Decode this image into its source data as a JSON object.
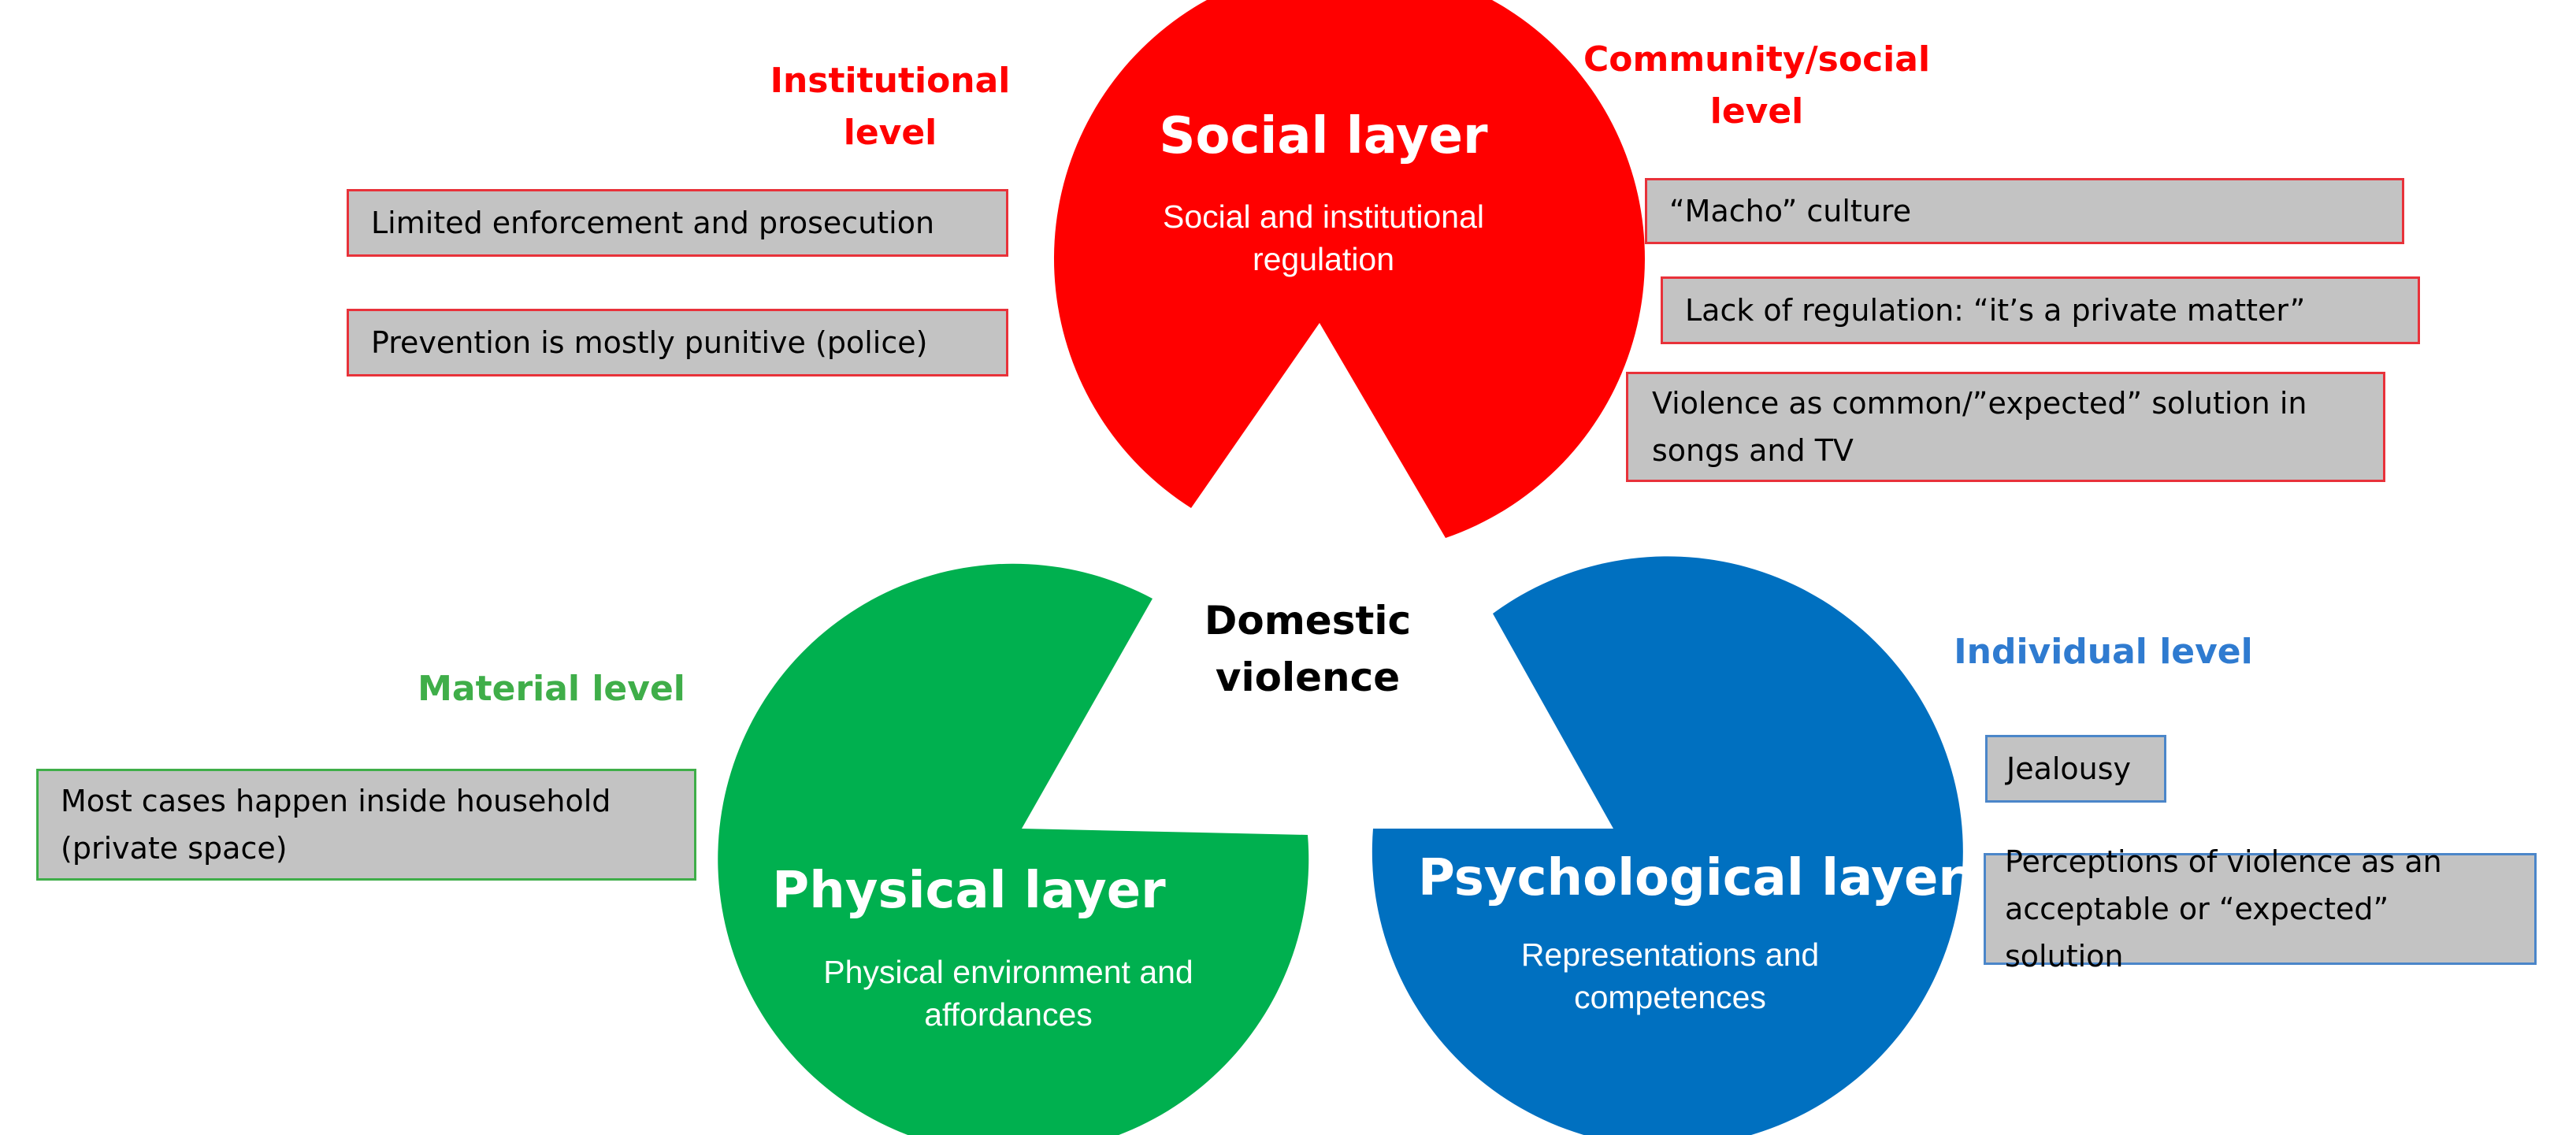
{
  "colors": {
    "social": "#ff0000",
    "physical": "#00b04f",
    "psychological": "#0070c0",
    "box_fill": "#c3c3c3",
    "social_label": "#ff0000",
    "material_label": "#3fae49",
    "individual_label": "#2f7bd0"
  },
  "center": {
    "label_line1": "Domestic",
    "label_line2": "violence"
  },
  "social": {
    "title": "Social layer",
    "subtitle_line1": "Social and institutional",
    "subtitle_line2": "regulation",
    "institutional": {
      "label_line1": "Institutional",
      "label_line2": "level",
      "items": [
        "Limited enforcement and prosecution",
        "Prevention is mostly punitive (police)"
      ]
    },
    "community": {
      "label_line1": "Community/social",
      "label_line2": "level",
      "items": [
        "“Macho” culture",
        "Lack of regulation: “it’s a private matter”",
        "Violence as common/”expected” solution in",
        "songs and TV"
      ]
    }
  },
  "physical": {
    "title": "Physical layer",
    "subtitle_line1": "Physical environment and",
    "subtitle_line2": "affordances",
    "material": {
      "label": "Material level",
      "item_line1": "Most cases happen inside household",
      "item_line2": "(private space)"
    }
  },
  "psychological": {
    "title": "Psychological layer",
    "subtitle_line1": "Representations and",
    "subtitle_line2": "competences",
    "individual": {
      "label": "Individual level",
      "item1": "Jealousy",
      "item2_line1": "Perceptions of violence as an",
      "item2_line2": "acceptable or “expected” solution"
    }
  }
}
